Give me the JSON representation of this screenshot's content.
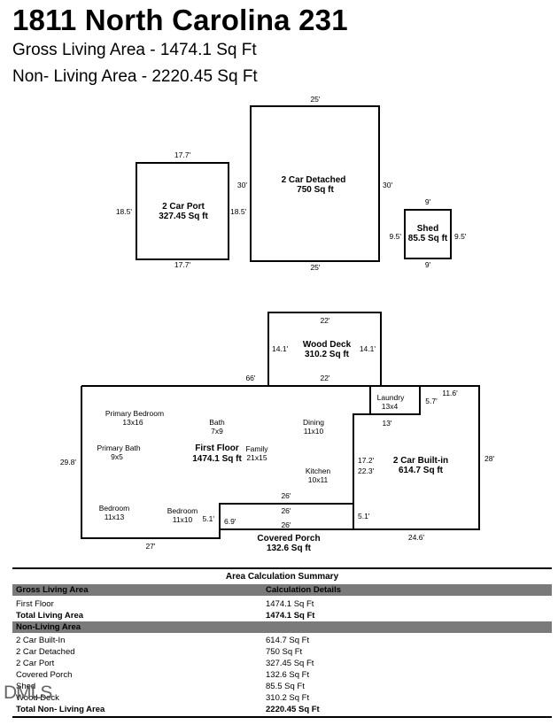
{
  "header": {
    "title": "1811 North Carolina 231",
    "gross_living": "Gross Living Area - 1474.1 Sq Ft",
    "non_living": "Non- Living Area - 2220.45 Sq Ft"
  },
  "plan": {
    "carport": {
      "name": "2 Car Port",
      "area": "327.45 Sq ft",
      "top": "17.7'",
      "bottom": "17.7'",
      "left": "18.5'",
      "right": "18.5'"
    },
    "detached": {
      "name": "2 Car Detached",
      "area": "750 Sq ft",
      "top": "25'",
      "bottom": "25'",
      "left": "30'",
      "right": "30'"
    },
    "shed": {
      "name": "Shed",
      "area": "85.5 Sq ft",
      "top": "9'",
      "bottom": "9'",
      "left": "9.5'",
      "right": "9.5'"
    },
    "deck": {
      "name": "Wood Deck",
      "area": "310.2 Sq ft",
      "top": "22'",
      "bottom": "22'",
      "left": "14.1'",
      "right": "14.1'"
    },
    "first_floor": {
      "name": "First Floor",
      "area": "1474.1 Sq ft"
    },
    "builtin": {
      "name": "2 Car Built-in",
      "area": "614.7 Sq ft"
    },
    "porch": {
      "name": "Covered Porch",
      "area": "132.6 Sq ft"
    },
    "rooms": {
      "primary_bedroom": "Primary Bedroom",
      "primary_bedroom_size": "13x16",
      "bath": "Bath",
      "bath_size": "7x9",
      "dining": "Dining",
      "dining_size": "11x10",
      "laundry": "Laundry",
      "laundry_size": "13x4",
      "primary_bath": "Primary Bath",
      "primary_bath_size": "9x5",
      "family": "Family",
      "family_size": "21x15",
      "kitchen": "Kitchen",
      "kitchen_size": "10x11",
      "bedroom1": "Bedroom",
      "bedroom1_size": "11x13",
      "bedroom2": "Bedroom",
      "bedroom2_size": "11x10"
    },
    "dims": {
      "top_66": "66'",
      "laundry_11_6": "11.6'",
      "laundry_5_7": "5.7'",
      "garage_13": "13'",
      "left_29_8": "29.8'",
      "right_28": "28'",
      "garage_17_2": "17.2'",
      "garage_22_3": "22.3'",
      "porch_26_a": "26'",
      "porch_26_b": "26'",
      "porch_26_c": "26'",
      "porch_5_1": "5.1'",
      "porch_6_9": "6.9'",
      "garage_5_1": "5.1'",
      "bottom_27": "27'",
      "bottom_24_6": "24.6'"
    }
  },
  "summary": {
    "title": "Area Calculation Summary",
    "gross_header": "Gross Living Area",
    "calc_header": "Calculation Details",
    "living_rows": [
      {
        "name": "First Floor",
        "value": "1474.1 Sq Ft"
      }
    ],
    "total_living": {
      "name": "Total Living Area",
      "value": "1474.1 Sq Ft"
    },
    "non_living_header": "Non-Living Area",
    "non_living_rows": [
      {
        "name": "2 Car Built-In",
        "value": "614.7 Sq Ft"
      },
      {
        "name": "2 Car Detached",
        "value": "750 Sq Ft"
      },
      {
        "name": "2 Car Port",
        "value": "327.45 Sq Ft"
      },
      {
        "name": "Covered Porch",
        "value": "132.6 Sq Ft"
      },
      {
        "name": "Shed",
        "value": "85.5 Sq Ft"
      },
      {
        "name": "Wood Deck",
        "value": "310.2 Sq Ft"
      }
    ],
    "total_non_living": {
      "name": "Total Non- Living Area",
      "value": "2220.45 Sq Ft"
    }
  },
  "watermark": "DMLS"
}
